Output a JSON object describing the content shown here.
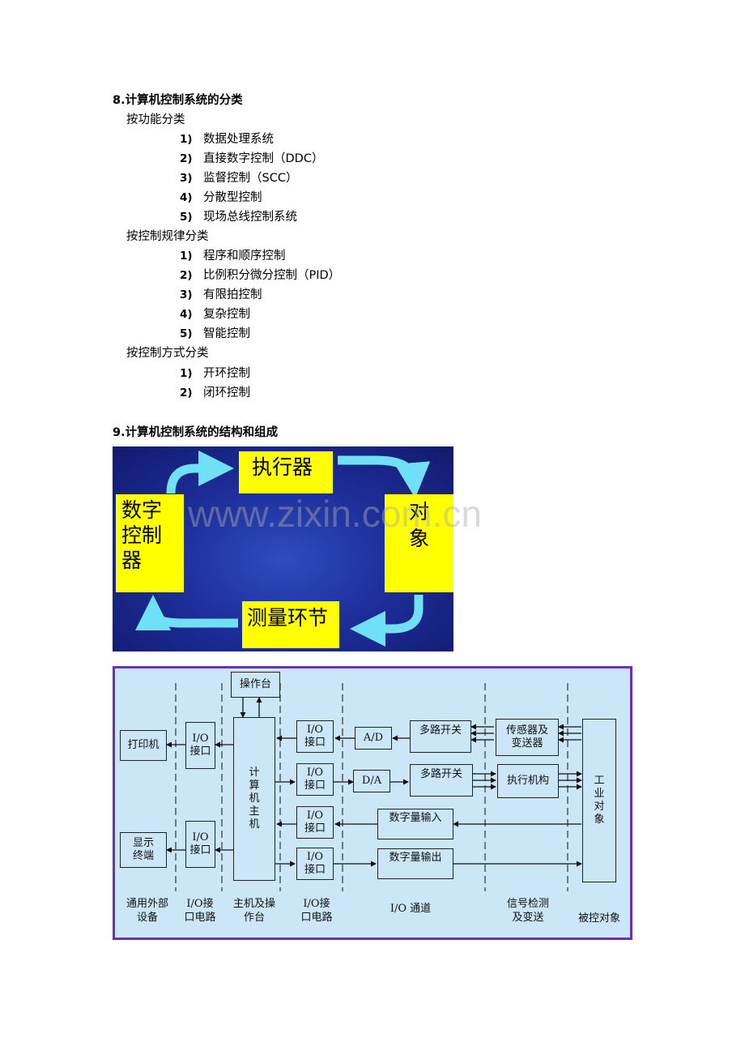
{
  "section8": {
    "title": "8.计算机控制系统的分类",
    "groups": [
      {
        "heading": "按功能分类",
        "items": [
          {
            "num": "1)",
            "text": "数据处理系统"
          },
          {
            "num": "2)",
            "text": "直接数字控制（DDC）"
          },
          {
            "num": "3)",
            "text": "监督控制（SCC）"
          },
          {
            "num": "4)",
            "text": "分散型控制"
          },
          {
            "num": "5)",
            "text": "现场总线控制系统"
          }
        ]
      },
      {
        "heading": "按控制规律分类",
        "items": [
          {
            "num": "1)",
            "text": "程序和顺序控制"
          },
          {
            "num": "2)",
            "text": "比例积分微分控制（PID）"
          },
          {
            "num": "3)",
            "text": "有限拍控制"
          },
          {
            "num": "4)",
            "text": "复杂控制"
          },
          {
            "num": "5)",
            "text": "智能控制"
          }
        ]
      },
      {
        "heading": "按控制方式分类",
        "items": [
          {
            "num": "1)",
            "text": "开环控制"
          },
          {
            "num": "2)",
            "text": "闭环控制"
          }
        ]
      }
    ]
  },
  "section9": {
    "title": "9.计算机控制系统的结构和组成"
  },
  "figure1": {
    "actuator": "执行器",
    "controller_lines": [
      "数字",
      "控制",
      "器"
    ],
    "object_lines": [
      "对",
      "象"
    ],
    "measure": "测量环节",
    "watermark": "www.zixin.com.cn",
    "colors": {
      "box": "#ffff00",
      "arrow": "#6fe0f5",
      "bg": "#1e2f9c"
    }
  },
  "figure2": {
    "console": "操作台",
    "printer": "打印机",
    "display_lines": [
      "显示",
      "终端"
    ],
    "io_lines": [
      "I/O",
      "接口"
    ],
    "host_lines": [
      "计",
      "算",
      "机",
      "主",
      "机"
    ],
    "ad": "A/D",
    "da": "D/A",
    "mux": "多路开关",
    "sensor_lines": [
      "传感器及",
      "变送器"
    ],
    "actuator": "执行机构",
    "di": "数字量输入",
    "do": "数字量输出",
    "plant_lines": [
      "工",
      "业",
      "对",
      "象"
    ],
    "bottom_labels": [
      [
        "通用外部",
        "设备"
      ],
      [
        "I/O接",
        "口电路"
      ],
      [
        "主机及操",
        "作台"
      ],
      [
        "I/O接",
        "口电路"
      ],
      [
        "I/O 通道"
      ],
      [
        "信号检测",
        "及变送"
      ],
      [
        "被控对象"
      ]
    ],
    "colors": {
      "bg": "#cbe6f6",
      "border": "#6a2fc0"
    }
  }
}
